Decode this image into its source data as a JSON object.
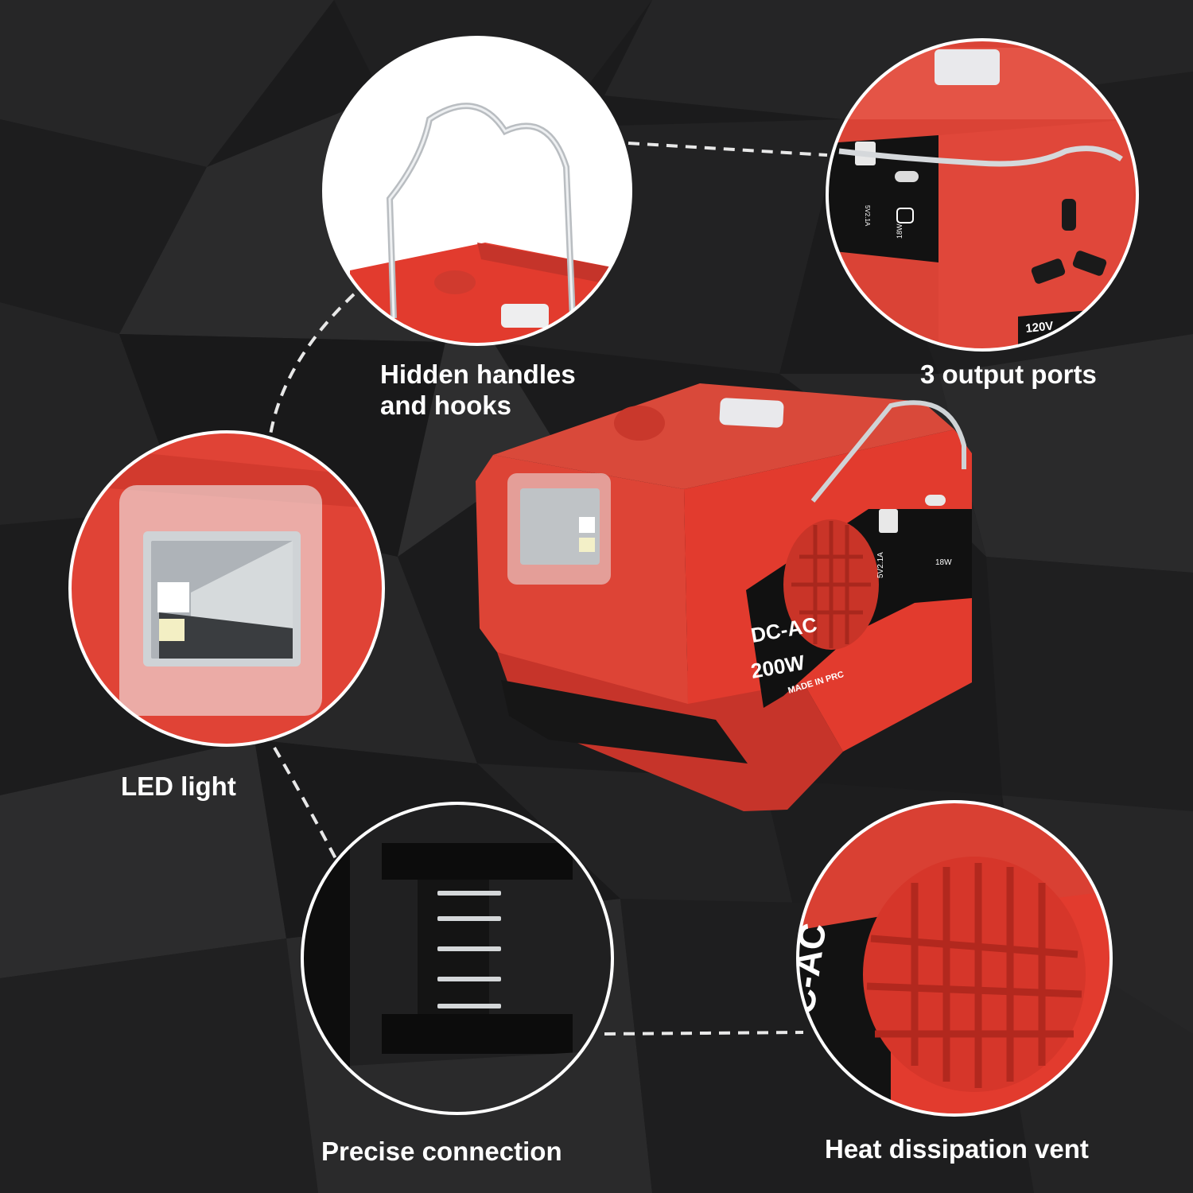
{
  "callouts": {
    "handles": {
      "line1": "Hidden handles",
      "line2": "and hooks"
    },
    "ports": "3 output ports",
    "led": "LED light",
    "connection": "Precise connection",
    "vent": "Heat dissipation vent"
  },
  "device": {
    "panel_line1": "DC-AC",
    "panel_line2": "200W",
    "made_in": "MADE IN PRC",
    "usb_a_rating": "5V2.1A",
    "usb_c_rating": "18W"
  },
  "ports_closeup": {
    "usb_a_rating": "5V2.1A",
    "usb_c_rating": "18W",
    "ac_rating": "120V"
  },
  "vent_closeup": {
    "panel_text": "DC-AC"
  },
  "colors": {
    "background": "#1b1b1c",
    "device_red": "#e23b2e",
    "device_dark_red": "#b72a20",
    "panel_black": "#111111",
    "callout_text": "#ffffff",
    "dashed_connector": "#e8e8e8"
  }
}
